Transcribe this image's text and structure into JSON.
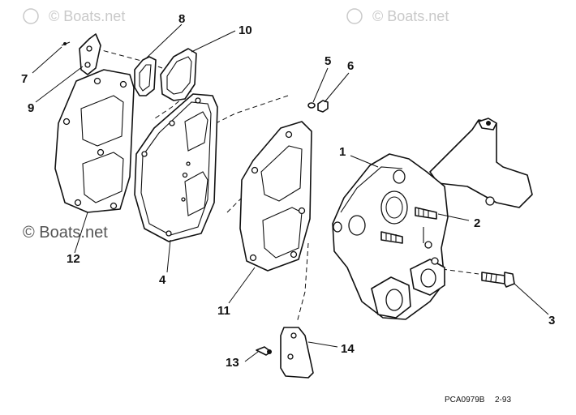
{
  "watermarks": {
    "top_left": "© Boats.net",
    "top_right": "© Boats.net",
    "left": "© Boats.net"
  },
  "callouts": {
    "c1": "1",
    "c2": "2",
    "c3": "3",
    "c4": "4",
    "c5": "5",
    "c6": "6",
    "c7": "7",
    "c8": "8",
    "c9": "9",
    "c10": "10",
    "c11": "11",
    "c12": "12",
    "c13": "13",
    "c14": "14"
  },
  "footer": {
    "drawing_code": "PCA0979B",
    "date_code": "2-93"
  }
}
